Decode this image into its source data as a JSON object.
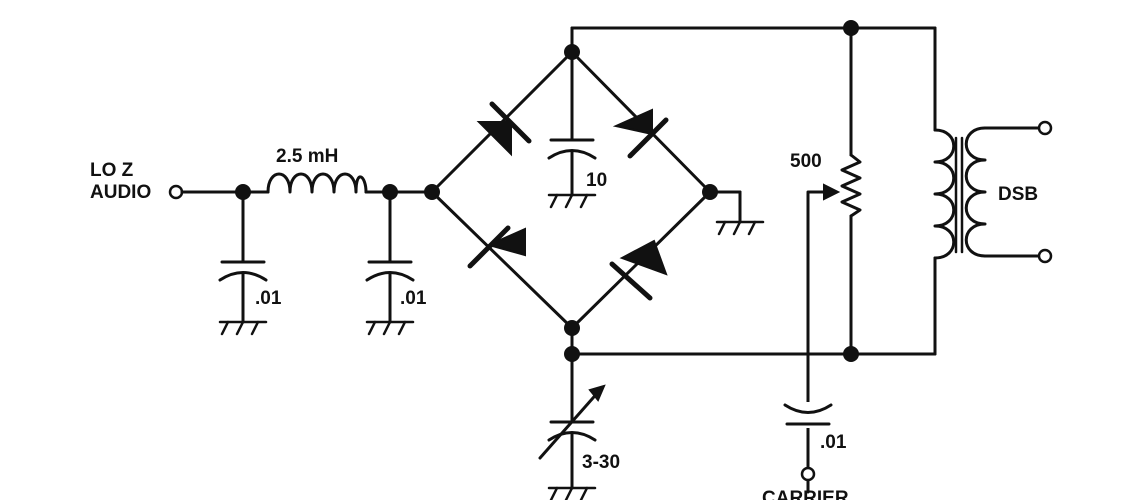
{
  "labels": {
    "input_line1": "LO Z",
    "input_line2": "AUDIO",
    "inductor": "2.5 mH",
    "cap_in_1": ".01",
    "cap_in_2": ".01",
    "cap_bridge": "10",
    "pot": "500",
    "output": "DSB",
    "trimmer": "3-30",
    "cap_carrier": ".01",
    "carrier": "CARRIER"
  }
}
